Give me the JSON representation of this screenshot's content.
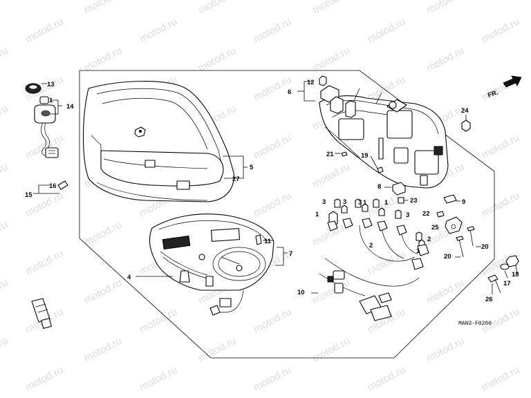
{
  "watermark": "motod.ru",
  "diagram_code": "MAN3-F0200",
  "direction_label": "FR.",
  "callouts": [
    "1",
    "2",
    "3",
    "4",
    "5",
    "6",
    "7",
    "8",
    "9",
    "10",
    "11",
    "12",
    "13",
    "14",
    "15",
    "16",
    "17",
    "18",
    "19",
    "20",
    "21",
    "22",
    "23",
    "24",
    "25",
    "26",
    "27"
  ]
}
